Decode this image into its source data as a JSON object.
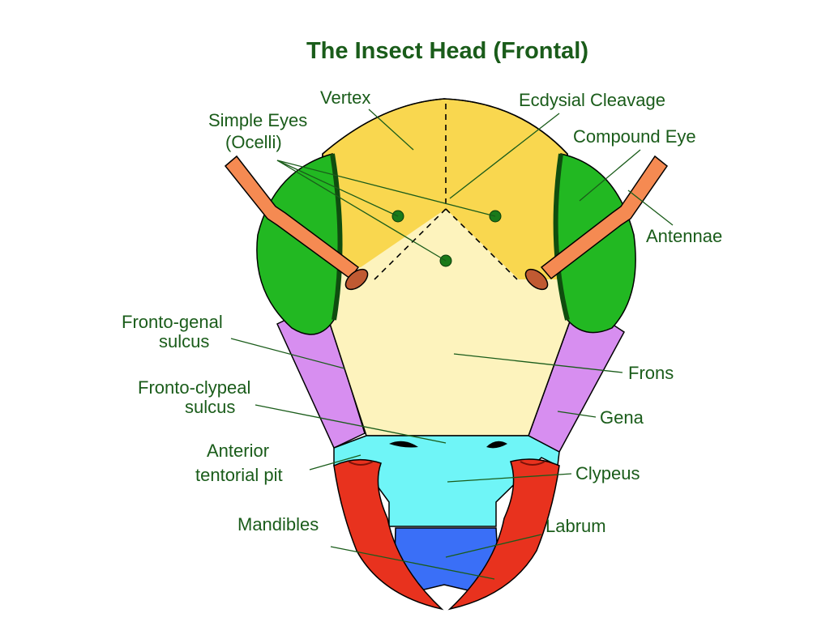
{
  "title": "The Insect Head (Frontal)",
  "labels": {
    "vertex": "Vertex",
    "ecdysial_cleavage": "Ecdysial Cleavage",
    "simple_eyes_line1": "Simple Eyes",
    "simple_eyes_line2": "(Ocelli)",
    "compound_eye": "Compound Eye",
    "antennae": "Antennae",
    "fronto_genal_line1": "Fronto-genal",
    "fronto_genal_line2": "sulcus",
    "frons": "Frons",
    "fronto_clypeal_line1": "Fronto-clypeal",
    "fronto_clypeal_line2": "sulcus",
    "gena": "Gena",
    "anterior_tentorial_line1": "Anterior",
    "anterior_tentorial_line2": "tentorial pit",
    "clypeus": "Clypeus",
    "mandibles": "Mandibles",
    "labrum": "Labrum"
  },
  "colors": {
    "vertex": "#f9d74f",
    "frons": "#fdf3bd",
    "compound_eye": "#22b822",
    "gena": "#d78ef0",
    "clypeus": "#6ff5f7",
    "labrum": "#3a6ff7",
    "mandibles": "#e8321e",
    "antennae": "#f58a52",
    "ocelli": "#1a7a1a",
    "label_text": "#1a5c1a"
  }
}
